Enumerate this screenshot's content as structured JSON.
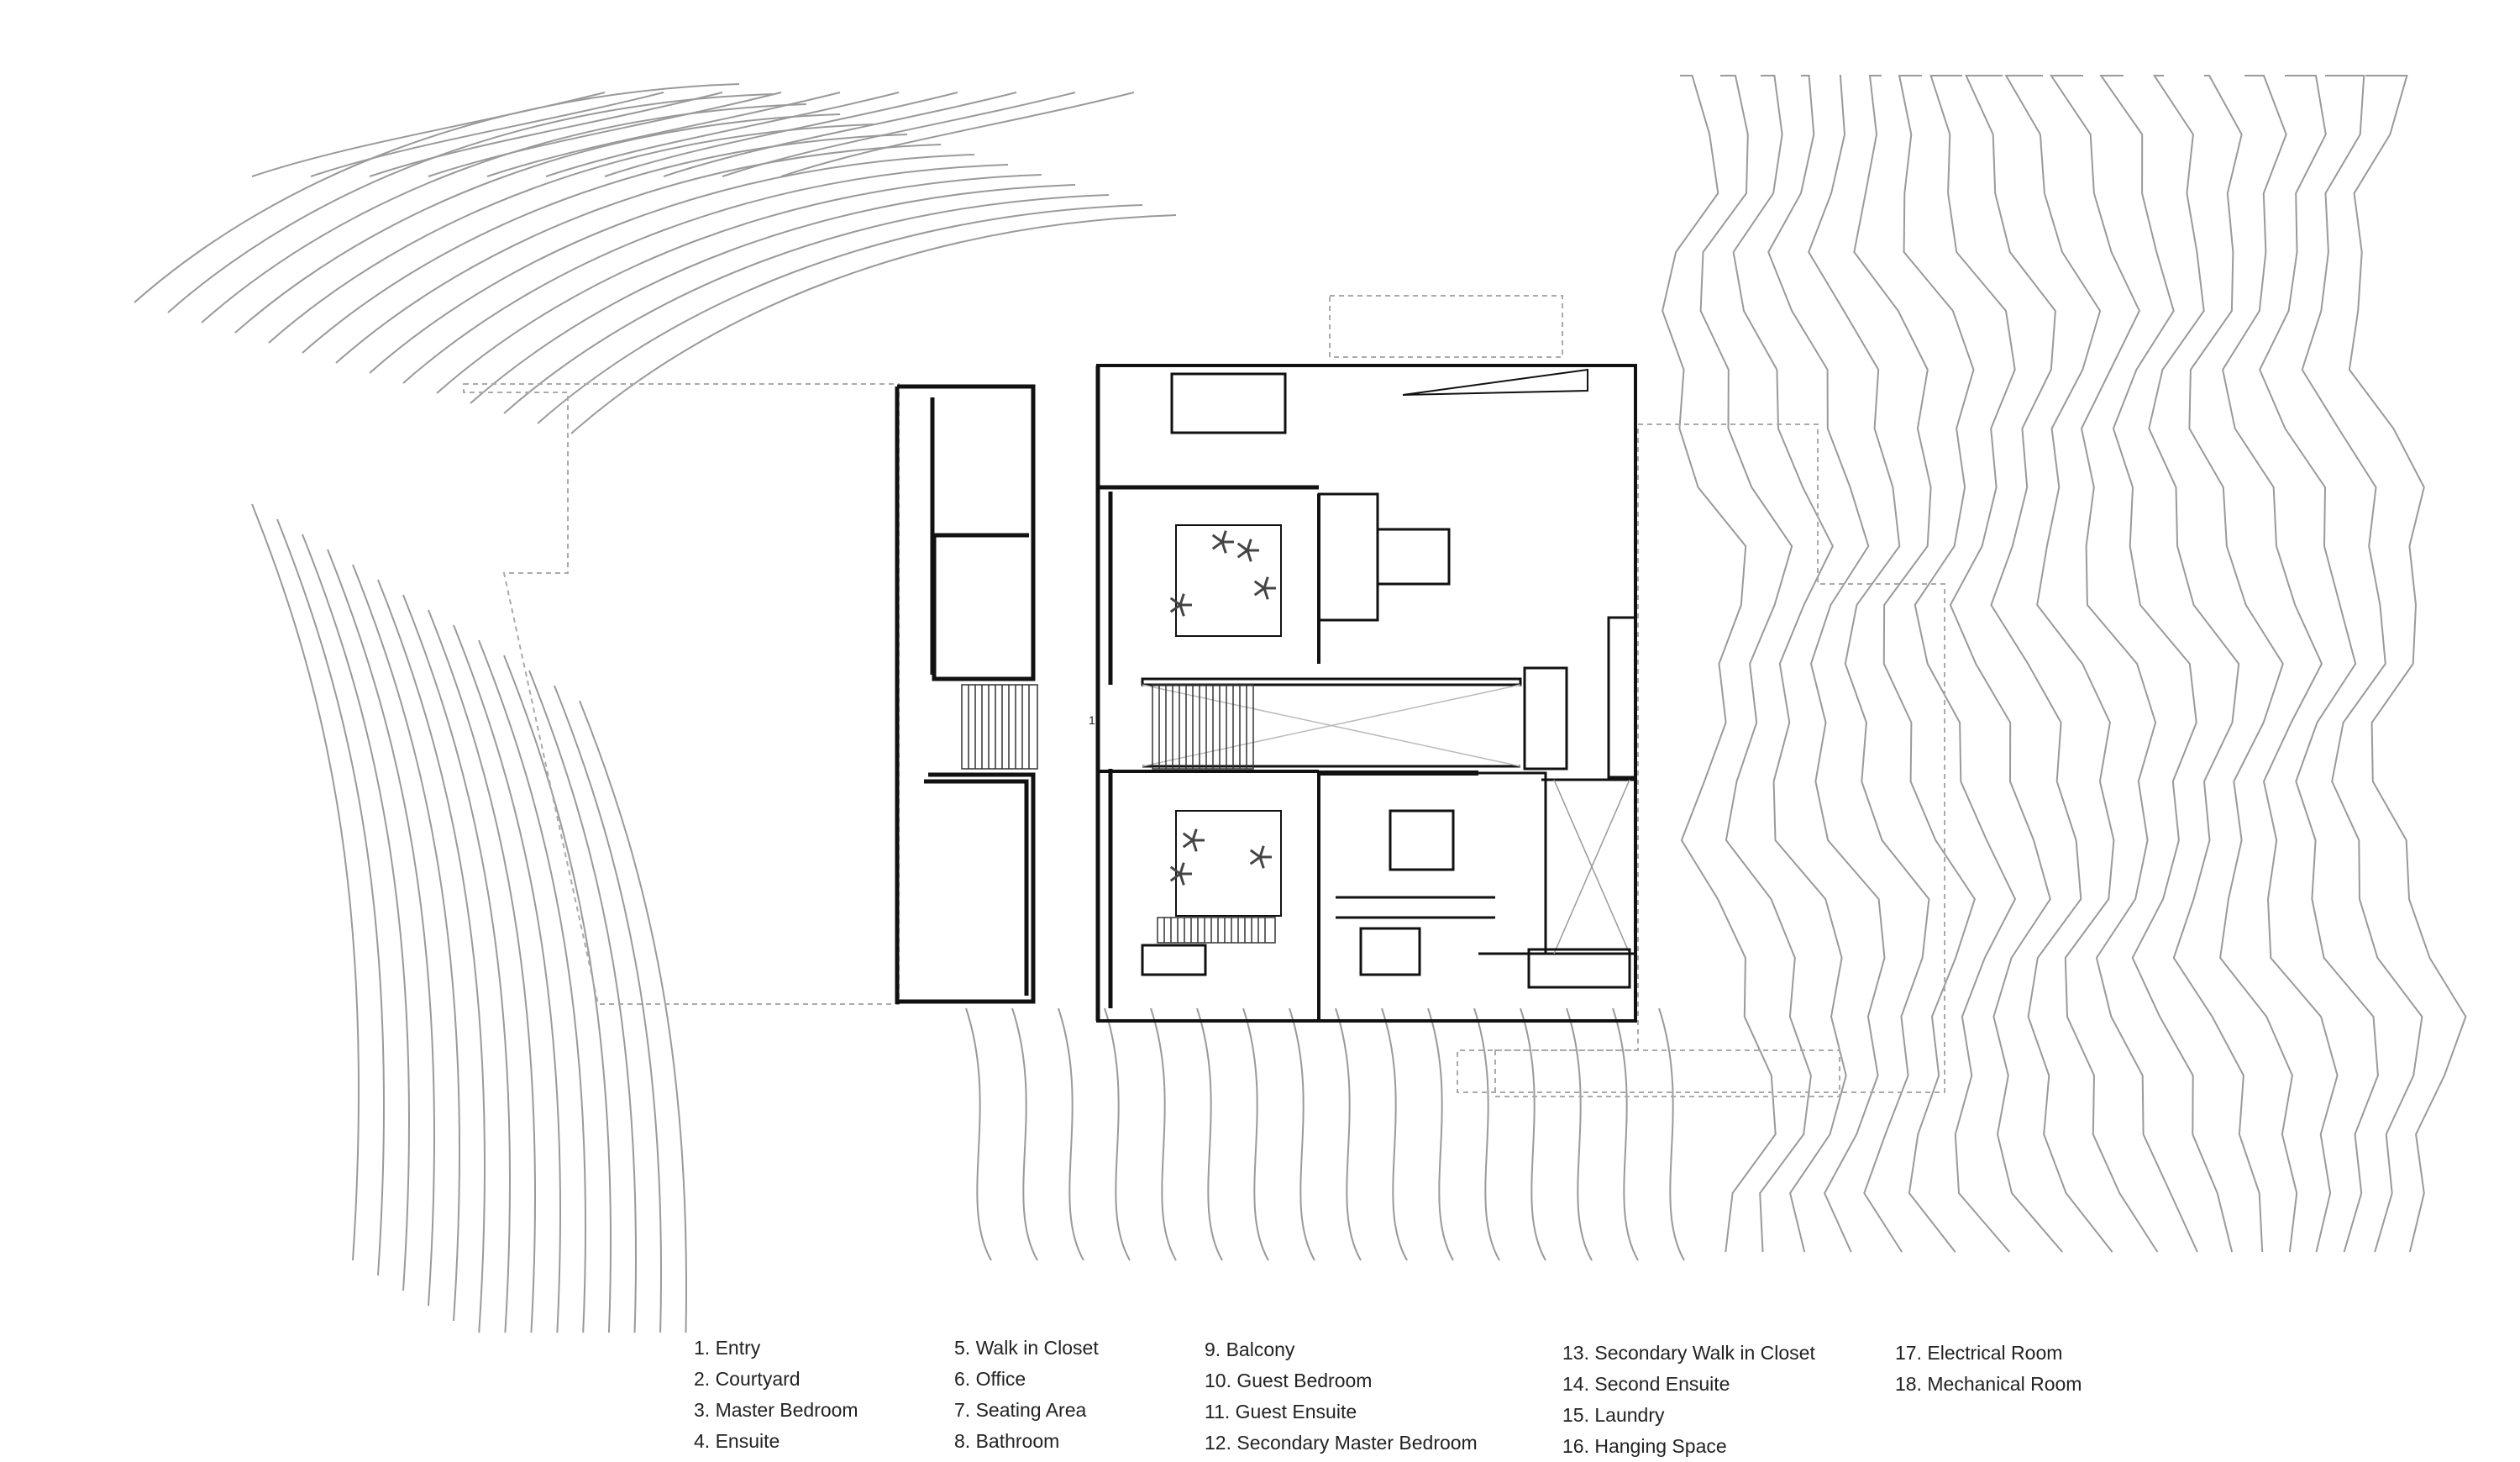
{
  "plan": {
    "room_markers": [
      "1"
    ]
  },
  "legend": {
    "columns": [
      [
        "1. Entry",
        "2. Courtyard",
        "3. Master Bedroom",
        "4. Ensuite"
      ],
      [
        "5. Walk in Closet",
        "6. Office",
        "7. Seating Area",
        "8. Bathroom"
      ],
      [
        "9. Balcony",
        "10. Guest Bedroom",
        "11. Guest Ensuite",
        "12. Secondary Master Bedroom"
      ],
      [
        "13. Secondary Walk in Closet",
        "14. Second Ensuite",
        "15. Laundry",
        "16. Hanging Space"
      ],
      [
        "17. Electrical Room",
        "18. Mechanical Room"
      ]
    ]
  }
}
